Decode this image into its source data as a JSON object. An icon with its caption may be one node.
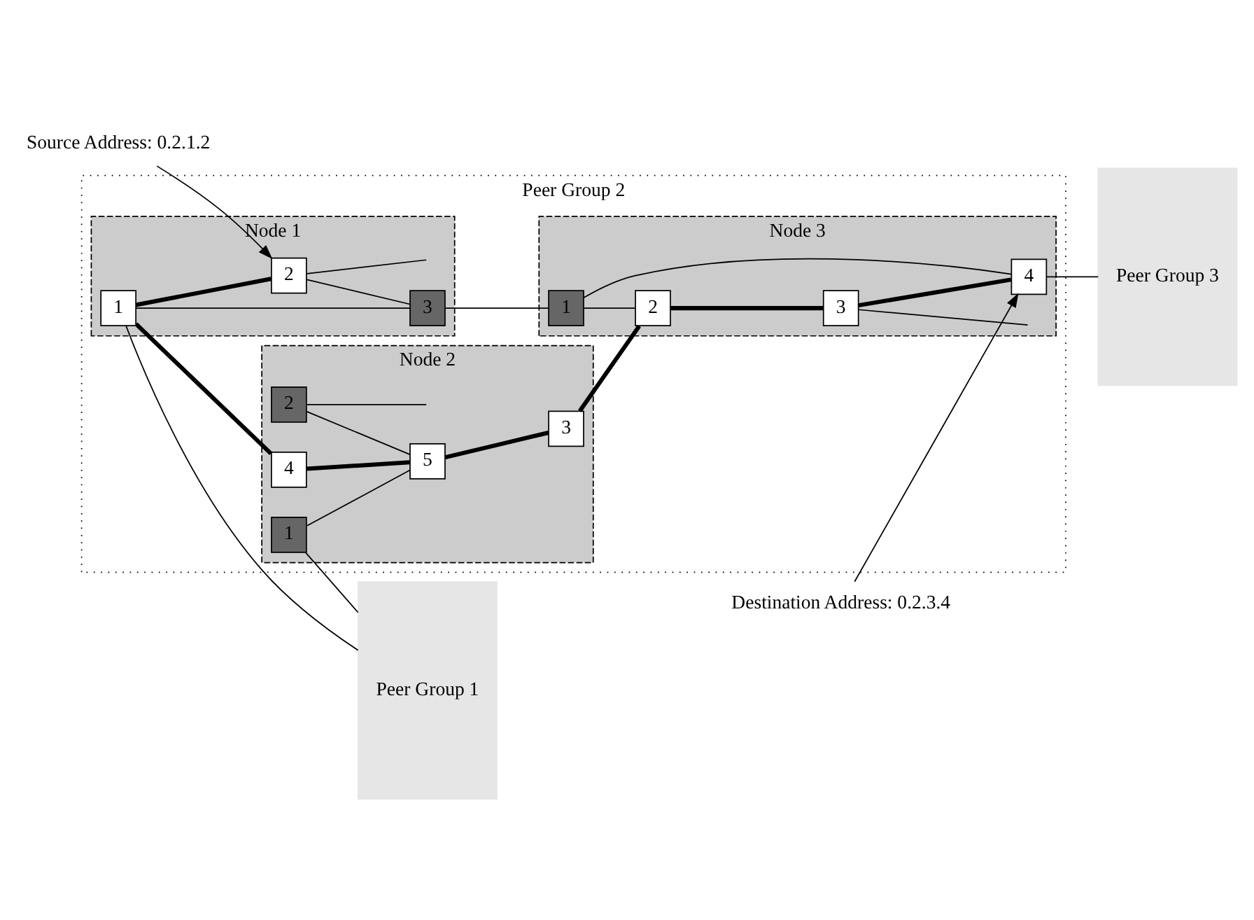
{
  "diagram": {
    "nodes": [
      {
        "text": [
          "Peer Group 1"
        ]
      },
      {
        "text": [
          "Peer Group 2"
        ]
      },
      {
        "text": [
          "Node 1"
        ],
        "in": 1
      },
      {
        "text": [
          "2"
        ],
        "in": 2
      },
      {
        "text": [
          "1"
        ],
        "in": 2
      },
      {
        "text": [
          "3"
        ],
        "in": 2
      },
      {
        "text": [
          "Node 2"
        ],
        "in": 1
      },
      {
        "text": [
          "1"
        ],
        "in": 6
      },
      {
        "text": [
          "4"
        ],
        "in": 6
      },
      {
        "text": [
          "5"
        ],
        "in": 6
      },
      {
        "text": [
          "2"
        ],
        "in": 6
      },
      {
        "text": [
          "3"
        ],
        "in": 6
      },
      {
        "text": [
          "Node 3"
        ],
        "in": 1
      },
      {
        "text": [
          "1"
        ],
        "in": 12
      },
      {
        "text": [
          "4"
        ],
        "in": 12
      },
      {
        "text": [
          "2"
        ],
        "in": 12
      },
      {
        "text": [
          "3"
        ],
        "in": 12
      },
      {
        "text": [
          "Peer Group 3"
        ]
      },
      {
        "text": [
          "Source Address: 0.2.1.2"
        ]
      },
      {
        "text": [
          "Destination Address: 0.2.3.4"
        ]
      }
    ],
    "edges": [
      {
        "from": 4,
        "to": 3,
        "arrow": "none",
        "style": "thick"
      },
      {
        "from": 3,
        "to": 5,
        "arrow": "none"
      },
      {
        "from": 4,
        "to": 5,
        "arrow": "none"
      },
      {
        "from": 4,
        "to": 0,
        "arrow": "none"
      },
      {
        "from": 3,
        "to": null,
        "arrow": "none"
      },
      {
        "from": 4,
        "to": 8,
        "arrow": "none",
        "style": "thick"
      },
      {
        "from": 7,
        "to": 9,
        "arrow": "none"
      },
      {
        "from": 10,
        "to": 9,
        "arrow": "none"
      },
      {
        "from": 8,
        "to": 9,
        "arrow": "none",
        "style": "thick"
      },
      {
        "from": 9,
        "to": 11,
        "arrow": "none",
        "style": "thick"
      },
      {
        "from": 7,
        "to": 0,
        "arrow": "none"
      },
      {
        "from": 10,
        "to": null,
        "arrow": "none"
      },
      {
        "from": 11,
        "to": 15,
        "arrow": "none",
        "style": "thick"
      },
      {
        "from": 5,
        "to": 13,
        "arrow": "none"
      },
      {
        "from": 13,
        "to": 14,
        "arrow": "none"
      },
      {
        "from": 13,
        "to": 15,
        "arrow": "none"
      },
      {
        "from": 15,
        "to": 16,
        "arrow": "none",
        "style": "thick"
      },
      {
        "from": 16,
        "to": 14,
        "arrow": "none",
        "style": "thick"
      },
      {
        "from": 14,
        "to": 17,
        "arrow": "none"
      },
      {
        "from": 16,
        "to": null,
        "arrow": "none"
      },
      {
        "from": 18,
        "to": 3,
        "arrow": "to"
      },
      {
        "from": 19,
        "to": 14,
        "arrow": "to"
      }
    ]
  }
}
